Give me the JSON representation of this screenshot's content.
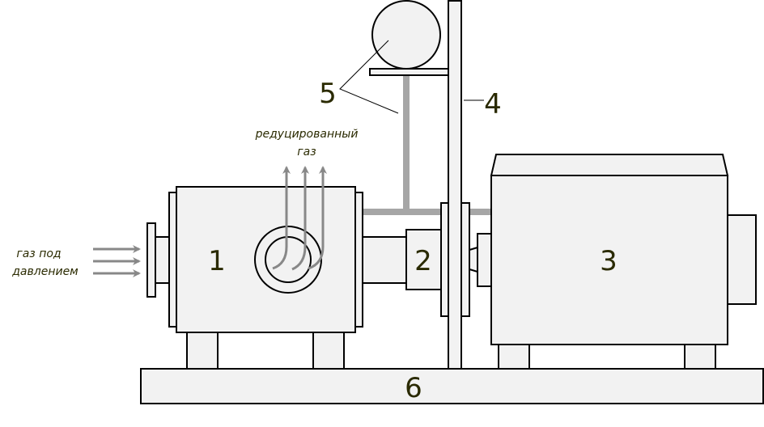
{
  "labels": {
    "inlet_line1": "газ под",
    "inlet_line2": "давлением",
    "outlet_line1": "редуцированный",
    "outlet_line2": "газ"
  },
  "parts": {
    "p1": "1",
    "p2": "2",
    "p3": "3",
    "p4": "4",
    "p5": "5",
    "p6": "6"
  },
  "colors": {
    "fill": "#f2f2f2",
    "pipe": "#a6a6a6",
    "gas_arrow": "#888888",
    "text": "#2a2a00"
  }
}
